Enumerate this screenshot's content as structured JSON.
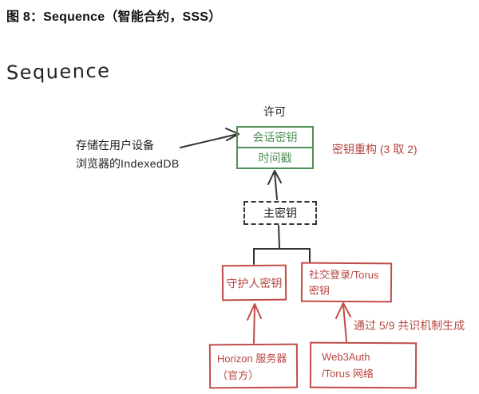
{
  "page": {
    "figure_title": "图 8：Sequence（智能合约，SSS）",
    "diagram_heading": "Sequence"
  },
  "diagram": {
    "permission_label": "许可",
    "session_box": {
      "row1": "会话密钥",
      "row2": "时间戳"
    },
    "storage_note": {
      "line1": "存储在用户设备",
      "line2_prefix": "浏览器的",
      "line2_latin": "IndexedDB"
    },
    "reconstruction_note": "密钥重构 (3 取 2)",
    "master_key_box": "主密钥",
    "guardian_key_box": "守护人密钥",
    "social_key_box": {
      "line1": "社交登录/Torus",
      "line2": "密钥"
    },
    "consensus_note": "通过 5/9 共识机制生成",
    "horizon_box": {
      "line1": "Horizon 服务器",
      "line2": "（官方）"
    },
    "web3auth_box": {
      "line1": "Web3Auth",
      "line2": "/Torus 网络"
    }
  },
  "colors": {
    "green": "#4f9257",
    "red": "#bf4d49",
    "ink": "#333333"
  }
}
